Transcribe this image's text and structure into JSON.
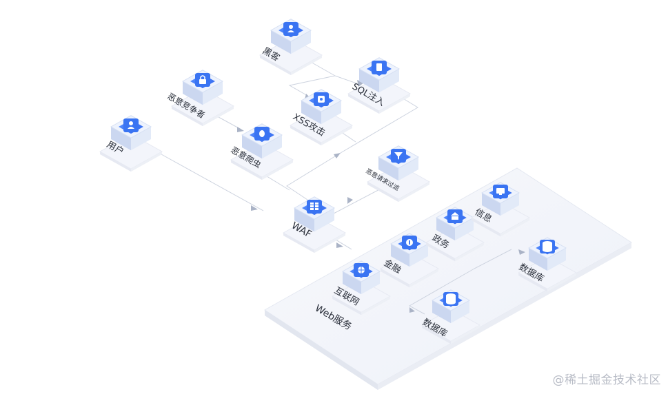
{
  "diagram": {
    "nodes": {
      "hacker": {
        "label": "黑客",
        "icon": "user-icon"
      },
      "sql": {
        "label": "SQL注入",
        "icon": "document-icon"
      },
      "competitor": {
        "label": "恶意竞争者",
        "icon": "lock-icon"
      },
      "xss": {
        "label": "XSS攻击",
        "icon": "gear-icon"
      },
      "user": {
        "label": "用户",
        "icon": "user-icon"
      },
      "crawler": {
        "label": "恶意爬虫",
        "icon": "bug-icon"
      },
      "filter": {
        "label": "恶意请求过滤",
        "icon": "filter-icon"
      },
      "waf": {
        "label": "WAF",
        "icon": "grid-icon"
      },
      "internet": {
        "label": "互联网",
        "icon": "globe-icon"
      },
      "finance": {
        "label": "金融",
        "icon": "coin-icon"
      },
      "gov": {
        "label": "政务",
        "icon": "building-icon"
      },
      "info": {
        "label": "信息",
        "icon": "monitor-icon"
      },
      "db1": {
        "label": "数据库",
        "icon": "database-icon"
      },
      "db2": {
        "label": "数据库",
        "icon": "database-icon"
      }
    },
    "web_platform_label": "Web服务"
  },
  "watermark": "@稀土掘金技术社区",
  "colors": {
    "cube_top": "#3f7af6",
    "cube_side_left": "#cfdaf2",
    "cube_side_right": "#e6edf9",
    "platform": "#f2f4fa",
    "platform_edge": "#e3e7f1",
    "line": "#c9cfdc",
    "arrow": "#aab3c6"
  }
}
